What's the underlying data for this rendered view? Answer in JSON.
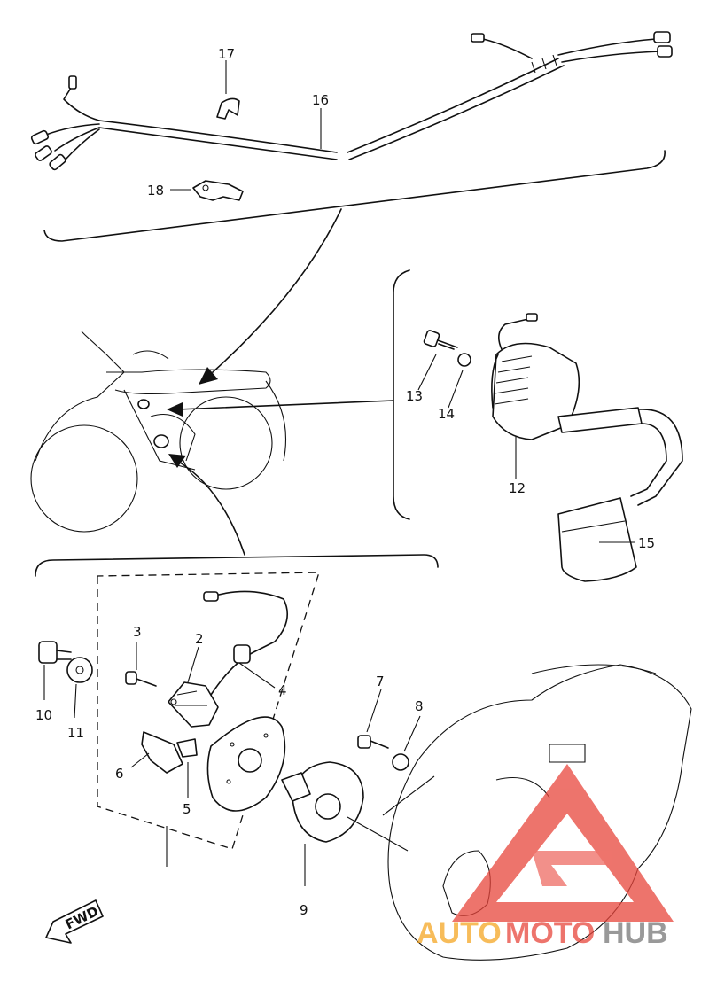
{
  "callouts": [
    {
      "id": "1",
      "label": "17"
    },
    {
      "id": "2",
      "label": "16"
    },
    {
      "id": "3",
      "label": "18"
    },
    {
      "id": "4",
      "label": "13"
    },
    {
      "id": "5",
      "label": "14"
    },
    {
      "id": "6",
      "label": "12"
    },
    {
      "id": "7",
      "label": "15"
    },
    {
      "id": "8",
      "label": "3"
    },
    {
      "id": "9",
      "label": "2"
    },
    {
      "id": "10",
      "label": "4"
    },
    {
      "id": "11",
      "label": "10"
    },
    {
      "id": "12",
      "label": "11"
    },
    {
      "id": "13",
      "label": "6"
    },
    {
      "id": "14",
      "label": "5"
    },
    {
      "id": "15",
      "label": "7"
    },
    {
      "id": "16",
      "label": "8"
    },
    {
      "id": "17",
      "label": "9"
    }
  ],
  "fwd_label": "FWD",
  "watermark": {
    "part1": "AUTO",
    "part2": "MOTO",
    "part3": "HUB",
    "color_orange": "#f5a623",
    "color_red": "#e8463c",
    "color_gray": "#777777"
  }
}
